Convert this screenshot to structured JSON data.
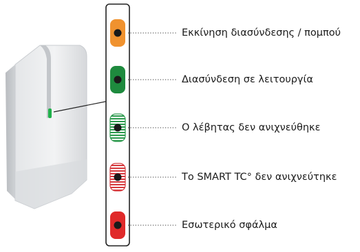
{
  "device": {
    "led_color": "#1fb14a"
  },
  "states": [
    {
      "label": "Εκκίνηση διασύνδεσης / πομπού",
      "style": "solid",
      "color": "#f0922f"
    },
    {
      "label": "Διασύνδεση σε λειτουργία",
      "style": "solid",
      "color": "#1e8a3e"
    },
    {
      "label": "Ο λέβητας δεν ανιχνεύθηκε",
      "style": "striped",
      "color": "#2e9a4f"
    },
    {
      "label": "Το SMART TC°  δεν ανιχνεύτηκε",
      "style": "striped",
      "color": "#d63a3e"
    },
    {
      "label": "Εσωτερικό σφάλμα",
      "style": "solid",
      "color": "#e02a2a"
    }
  ],
  "dot_color": "#1a1a1a"
}
